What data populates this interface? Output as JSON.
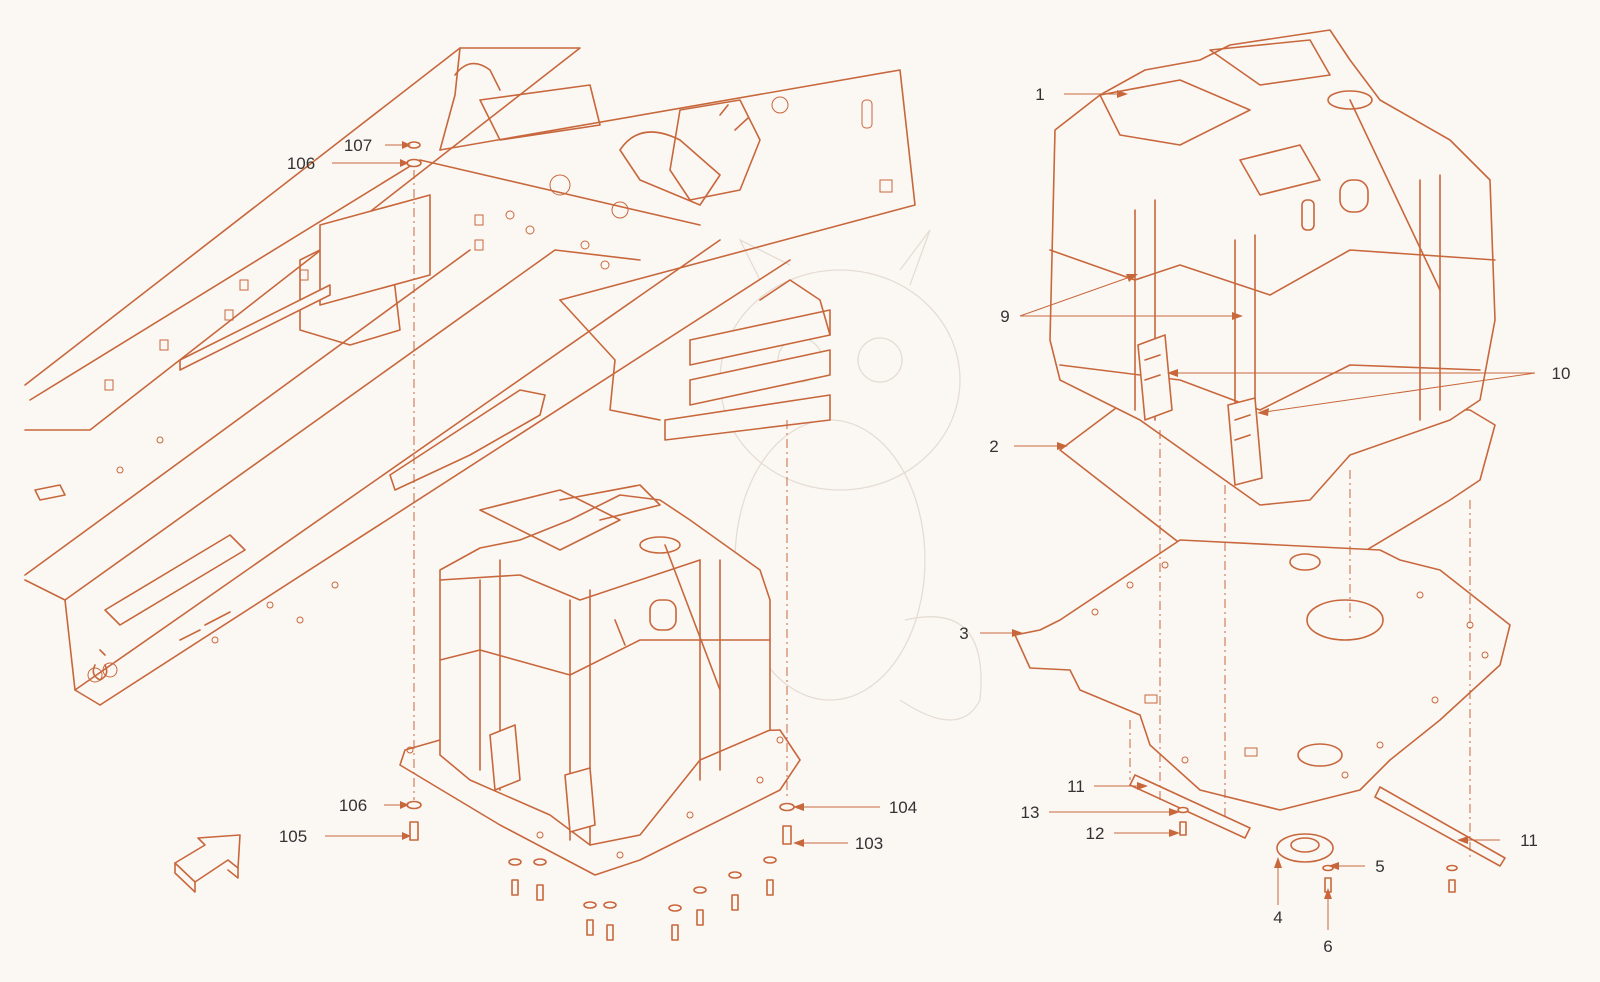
{
  "colors": {
    "line": "#c8673c",
    "text": "#333333",
    "background": "#fbf8f4"
  },
  "callouts": [
    {
      "id": "c1",
      "text": "1"
    },
    {
      "id": "c2",
      "text": "2"
    },
    {
      "id": "c3",
      "text": "3"
    },
    {
      "id": "c4",
      "text": "4"
    },
    {
      "id": "c5",
      "text": "5"
    },
    {
      "id": "c6",
      "text": "6"
    },
    {
      "id": "c9",
      "text": "9"
    },
    {
      "id": "c10",
      "text": "10"
    },
    {
      "id": "c11a",
      "text": "11"
    },
    {
      "id": "c11b",
      "text": "11"
    },
    {
      "id": "c12",
      "text": "12"
    },
    {
      "id": "c13",
      "text": "13"
    },
    {
      "id": "c103",
      "text": "103"
    },
    {
      "id": "c104",
      "text": "104"
    },
    {
      "id": "c105",
      "text": "105"
    },
    {
      "id": "c106a",
      "text": "106"
    },
    {
      "id": "c106b",
      "text": "106"
    },
    {
      "id": "c107",
      "text": "107"
    }
  ],
  "icons": [
    "direction-arrow-icon"
  ]
}
